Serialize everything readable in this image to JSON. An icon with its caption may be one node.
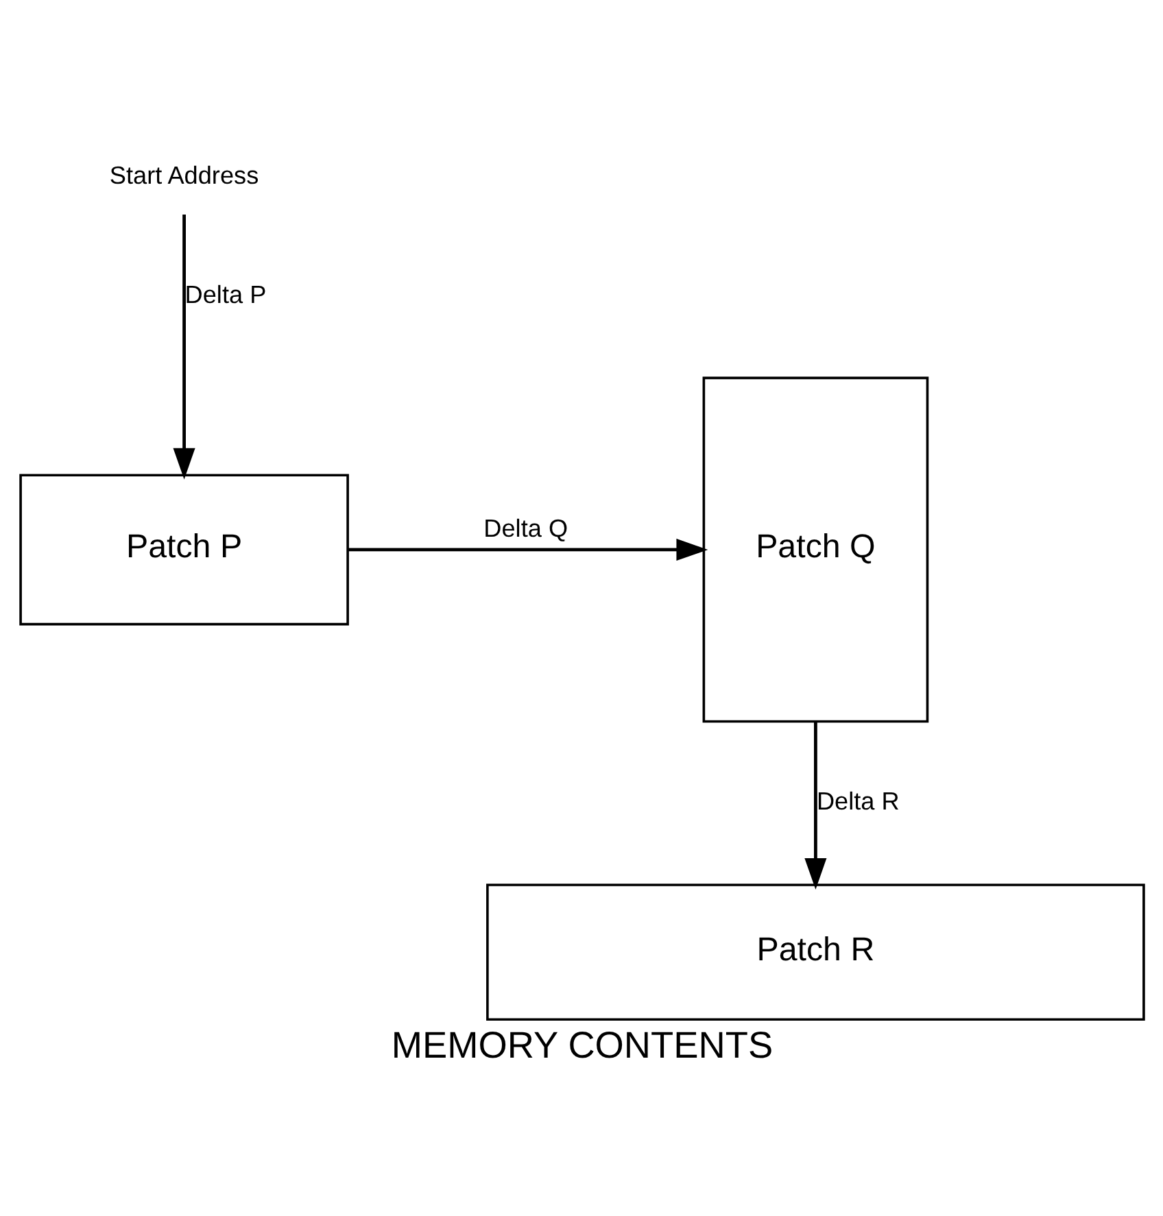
{
  "diagram": {
    "caption": "MEMORY CONTENTS",
    "nodes": [
      {
        "text": [
          "Start Address"
        ]
      },
      {
        "text": [
          "Patch P"
        ]
      },
      {
        "text": [
          "Patch Q"
        ]
      },
      {
        "text": [
          "Patch R"
        ]
      }
    ],
    "edges": [
      {
        "from": 0,
        "to": 1,
        "arrow": "to",
        "label": "Delta P"
      },
      {
        "from": 1,
        "to": 2,
        "arrow": "to",
        "label": "Delta Q"
      },
      {
        "from": 2,
        "to": 3,
        "arrow": "to",
        "label": "Delta R"
      }
    ]
  }
}
